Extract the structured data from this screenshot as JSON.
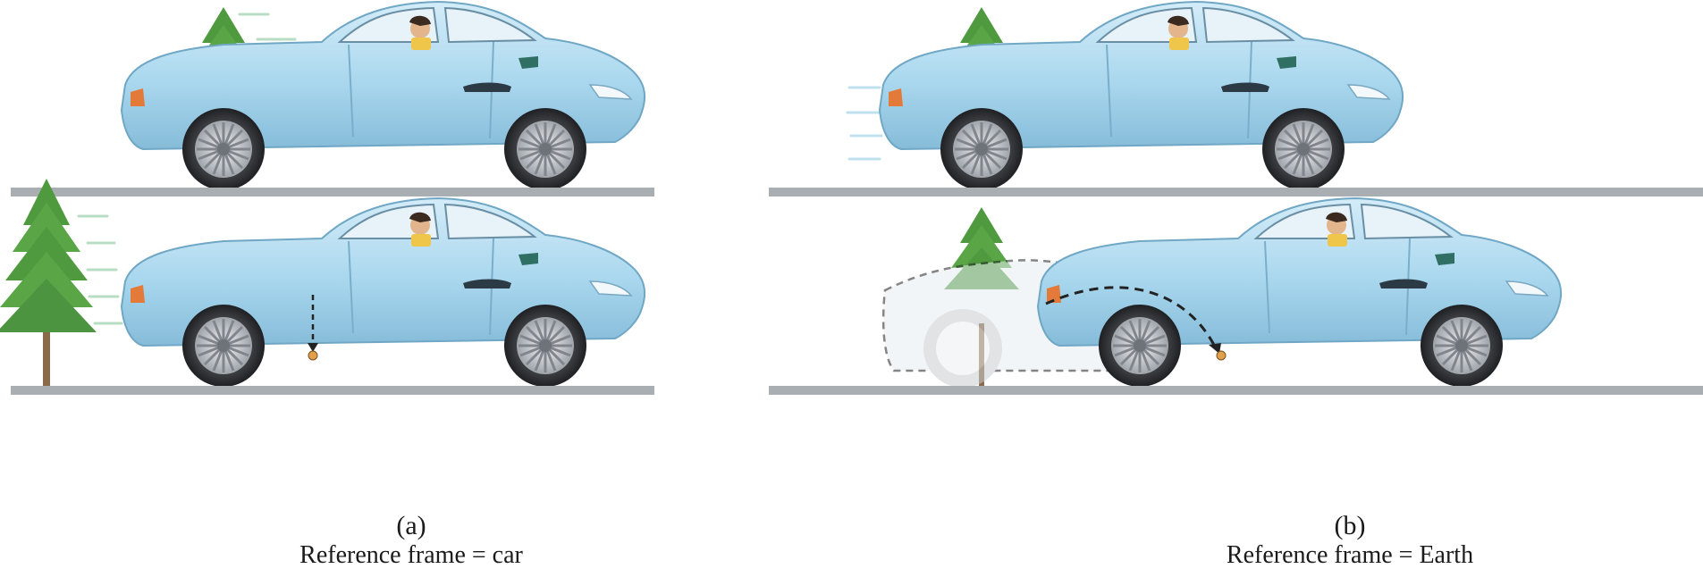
{
  "panels": [
    {
      "label": "(a)",
      "caption": "Reference frame = car"
    },
    {
      "label": "(b)",
      "caption": "Reference frame = Earth"
    }
  ],
  "colors": {
    "car_body": "#a9d7ee",
    "car_shadow": "#7fb6d4",
    "ghost_car": "#e9eef1",
    "road": "#a9aeb2",
    "tree": "#4f9a3f",
    "trunk": "#8a6a4a"
  }
}
